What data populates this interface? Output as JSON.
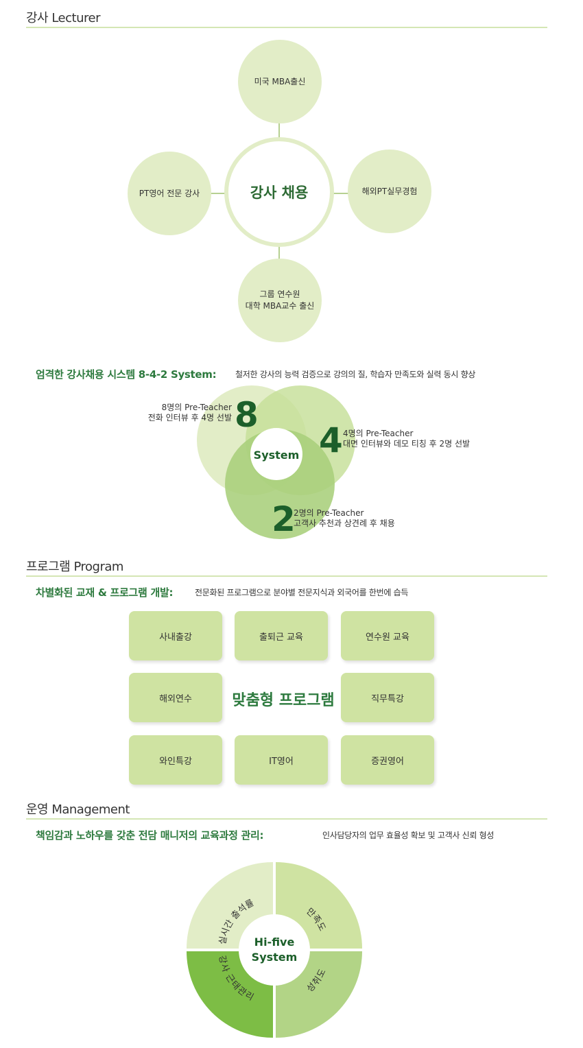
{
  "lecturer": {
    "title": "강사 Lecturer",
    "center": "강사 채용",
    "top": "미국 MBA출신",
    "left": "PT영어 전문 강사",
    "right": "해외PT실무경험",
    "bottom_line1": "그룹 연수원",
    "bottom_line2": "대학 MBA교수 출신"
  },
  "system": {
    "heading": "엄격한 강사채용 시스템 8-4-2 System:",
    "desc": "철저한 강사의 능력 검증으로 강의의 질, 학습자 만족도와 실력 동시 향상",
    "center": "System",
    "steps": [
      {
        "num": "8",
        "line1": "8명의 Pre-Teacher",
        "line2": "전화 인터뷰 후 4명 선발"
      },
      {
        "num": "4",
        "line1": "4명의 Pre-Teacher",
        "line2": "대면 인터뷰와 데모 티칭 후 2명 선발"
      },
      {
        "num": "2",
        "line1": "2명의 Pre-Teacher",
        "line2": "고객사 추천과 상견례 후 채용"
      }
    ]
  },
  "program": {
    "title": "프로그램 Program",
    "heading": "차별화된 교재 & 프로그램 개발:",
    "desc": "전문화된 프로그램으로 분야별 전문지식과 외국어를 한번에 습득",
    "center": "맞춤형 프로그램",
    "items": [
      "사내출강",
      "출퇴근 교육",
      "연수원 교육",
      "해외연수",
      "직무특강",
      "와인특강",
      "IT영어",
      "증권영어"
    ]
  },
  "management": {
    "title": "운영 Management",
    "heading": "책임감과 노하우를 갖춘 전담 매니저의 교육과정 관리:",
    "desc": "인사담당자의 업무 효율성 확보 및 고객사 신뢰 형성",
    "center_line1": "Hi-five",
    "center_line2": "System",
    "quadrants": [
      "실시간 출석률",
      "만족도",
      "성취도",
      "강사 근태관리"
    ]
  },
  "colors": {
    "dark_green": "#2d7a3e",
    "light_green": "#e2edc7",
    "mid_green": "#cfe3a2",
    "strong_green": "#7dbd45"
  }
}
